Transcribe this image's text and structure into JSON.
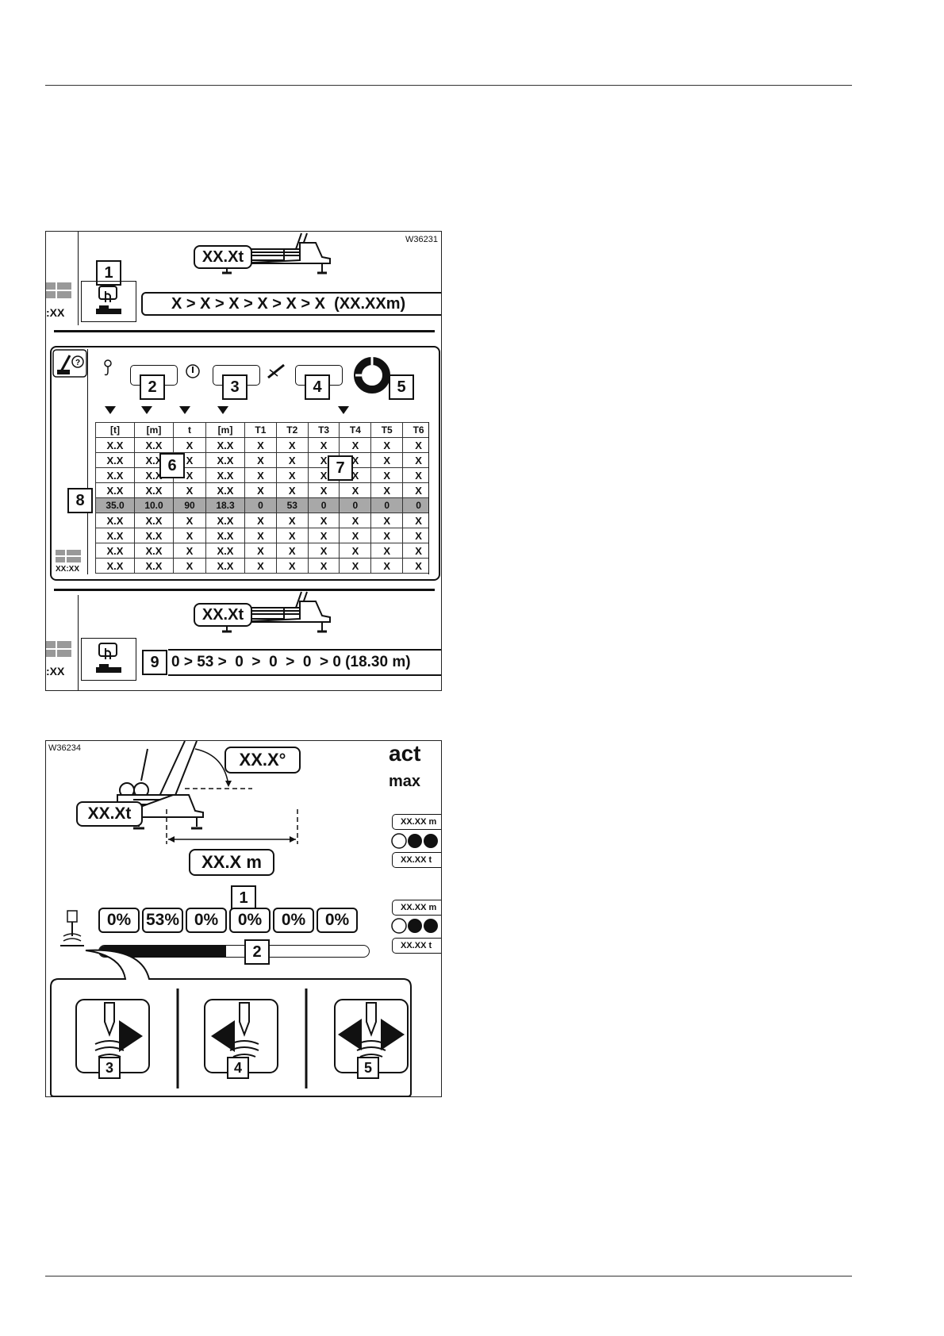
{
  "figure1": {
    "id": "W36231",
    "top_weight": "XX.Xt",
    "top_time": ":XX",
    "top_sequence": "X > X > X > X > X > X  (XX.XXm)",
    "table_time": "XX:XX",
    "bottom_weight": "XX.Xt",
    "bottom_time": ":XX",
    "bottom_sequence": "0 > 53 >  0  >  0  >  0  > 0 (18.30 m)",
    "callouts": [
      "1",
      "2",
      "3",
      "4",
      "5",
      "6",
      "7",
      "8",
      "9"
    ],
    "columns": [
      "[t]",
      "[m]",
      "t",
      "[m]",
      "T1",
      "T2",
      "T3",
      "T4",
      "T5",
      "T6"
    ],
    "rows": [
      [
        "X.X",
        "X.X",
        "X",
        "X.X",
        "X",
        "X",
        "X",
        "X",
        "X",
        "X"
      ],
      [
        "X.X",
        "X.X",
        "X",
        "X.X",
        "X",
        "X",
        "X",
        "X",
        "X",
        "X"
      ],
      [
        "X.X",
        "X.X",
        "X",
        "X.X",
        "X",
        "X",
        "X",
        "X",
        "X",
        "X"
      ],
      [
        "X.X",
        "X.X",
        "X",
        "X.X",
        "X",
        "X",
        "X",
        "X",
        "X",
        "X"
      ],
      [
        "35.0",
        "10.0",
        "90",
        "18.3",
        "0",
        "53",
        "0",
        "0",
        "0",
        "0"
      ],
      [
        "X.X",
        "X.X",
        "X",
        "X.X",
        "X",
        "X",
        "X",
        "X",
        "X",
        "X"
      ],
      [
        "X.X",
        "X.X",
        "X",
        "X.X",
        "X",
        "X",
        "X",
        "X",
        "X",
        "X"
      ],
      [
        "X.X",
        "X.X",
        "X",
        "X.X",
        "X",
        "X",
        "X",
        "X",
        "X",
        "X"
      ],
      [
        "X.X",
        "X.X",
        "X",
        "X.X",
        "X",
        "X",
        "X",
        "X",
        "X",
        "X"
      ]
    ],
    "selected_row": 4
  },
  "figure2": {
    "id": "W36234",
    "angle": "XX.X°",
    "weight": "XX.Xt",
    "radius": "XX.X m",
    "act_label": "act",
    "max_label": "max",
    "side_m1": "XX.XX m",
    "side_t1": "XX.XX t",
    "side_m2": "XX.XX m",
    "side_t2": "XX.XX t",
    "percents": [
      "0%",
      "53%",
      "0%",
      "0%",
      "0%",
      "0%"
    ],
    "progress": 0.47,
    "callouts": [
      "1",
      "2",
      "3",
      "4",
      "5"
    ]
  }
}
